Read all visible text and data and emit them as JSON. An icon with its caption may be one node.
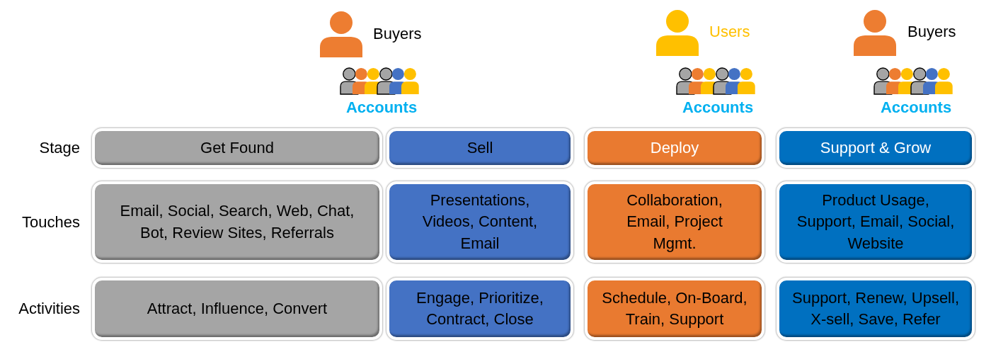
{
  "diagram": {
    "nodes": [
      {
        "text": [
          "Get Found"
        ]
      },
      {
        "text": [
          "Sell"
        ]
      },
      {
        "text": [
          "Deploy"
        ]
      },
      {
        "text": [
          "Support & Grow"
        ]
      },
      {
        "text": [
          "Email, Social, Search, Web, Chat, Bot, Review Sites, Referrals"
        ]
      },
      {
        "text": [
          "Presentations, Videos, Content, Email"
        ]
      },
      {
        "text": [
          "Collaboration, Email, Project Mgmt."
        ]
      },
      {
        "text": [
          "Product Usage, Support, Email, Social, Website"
        ]
      },
      {
        "text": [
          "Attract, Influence, Convert"
        ]
      },
      {
        "text": [
          "Engage, Prioritize, Contract, Close"
        ]
      },
      {
        "text": [
          "Schedule, On-Board, Train, Support"
        ]
      },
      {
        "text": [
          "Support, Renew, Upsell, X-sell, Save, Refer"
        ]
      }
    ],
    "edges": [],
    "labels": [
      "Buyers",
      "Accounts",
      "Users",
      "Accounts",
      "Buyers",
      "Accounts",
      "Stage",
      "Touches",
      "Activities"
    ]
  }
}
